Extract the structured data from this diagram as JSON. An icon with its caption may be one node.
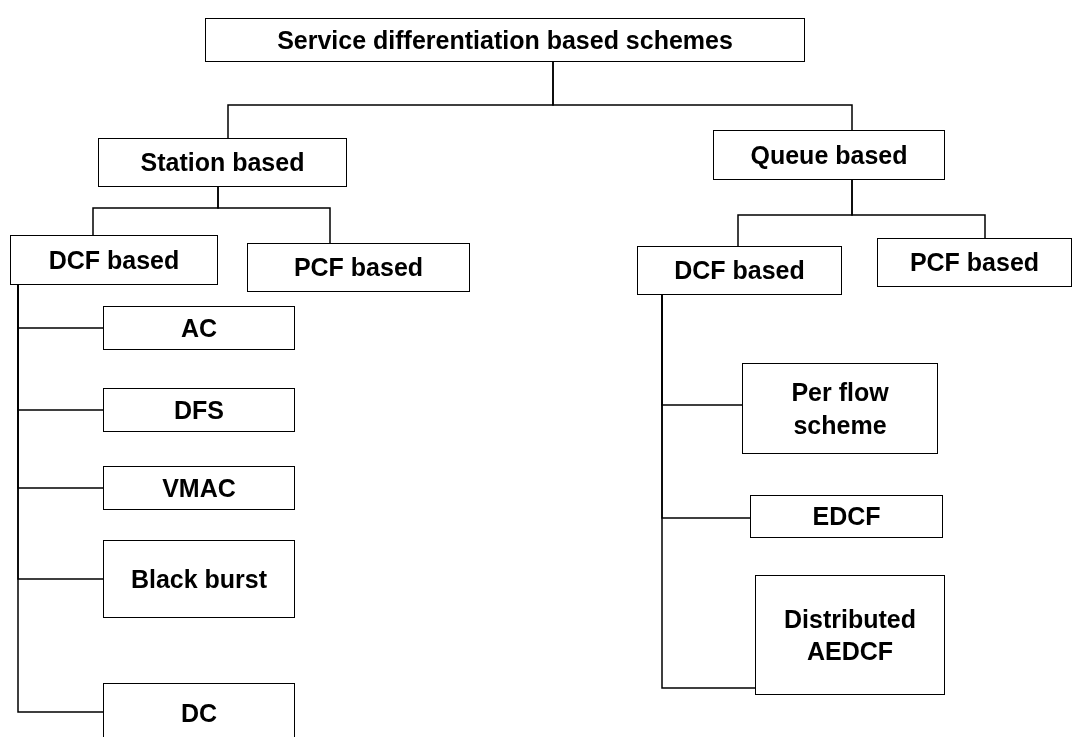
{
  "diagram": {
    "nodes": [
      {
        "text": [
          "Service differentiation based schemes"
        ]
      },
      {
        "text": [
          "Station based"
        ]
      },
      {
        "text": [
          "Queue based"
        ]
      },
      {
        "text": [
          "DCF based"
        ]
      },
      {
        "text": [
          "PCF based"
        ]
      },
      {
        "text": [
          "DCF based"
        ]
      },
      {
        "text": [
          "PCF based"
        ]
      },
      {
        "text": [
          "AC"
        ]
      },
      {
        "text": [
          "DFS"
        ]
      },
      {
        "text": [
          "VMAC"
        ]
      },
      {
        "text": [
          "Black burst"
        ]
      },
      {
        "text": [
          "DC"
        ]
      },
      {
        "text": [
          "Per flow scheme"
        ]
      },
      {
        "text": [
          "EDCF"
        ]
      },
      {
        "text": [
          "Distributed AEDCF"
        ]
      }
    ],
    "edges": [
      {
        "from": 0,
        "to": 1,
        "arrow": "none"
      },
      {
        "from": 0,
        "to": 2,
        "arrow": "none"
      },
      {
        "from": 1,
        "to": 3,
        "arrow": "none"
      },
      {
        "from": 1,
        "to": 4,
        "arrow": "none"
      },
      {
        "from": 2,
        "to": 5,
        "arrow": "none"
      },
      {
        "from": 2,
        "to": 6,
        "arrow": "none"
      },
      {
        "from": 3,
        "to": 7,
        "arrow": "none"
      },
      {
        "from": 3,
        "to": 8,
        "arrow": "none"
      },
      {
        "from": 3,
        "to": 9,
        "arrow": "none"
      },
      {
        "from": 3,
        "to": 10,
        "arrow": "none"
      },
      {
        "from": 3,
        "to": 11,
        "arrow": "none"
      },
      {
        "from": 5,
        "to": 12,
        "arrow": "none"
      },
      {
        "from": 5,
        "to": 13,
        "arrow": "none"
      },
      {
        "from": 5,
        "to": 14,
        "arrow": "none"
      }
    ]
  }
}
